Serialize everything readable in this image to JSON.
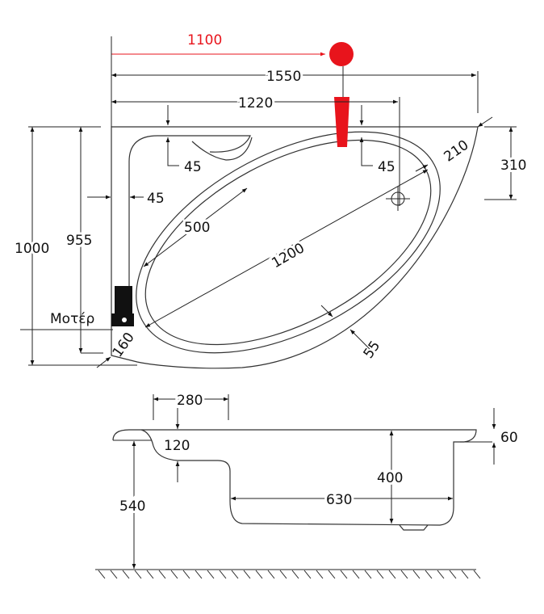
{
  "top_view": {
    "dims": {
      "tap_offset": "1100",
      "overall_length": "1550",
      "inner_length": "1220",
      "rim_top": "45",
      "rim_right": "45",
      "rim_left": "45",
      "corner_diag": "210",
      "right_height": "310",
      "overall_width": "1000",
      "inner_width": "955",
      "basin_width": "500",
      "basin_length": "1200",
      "front_rim": "55",
      "corner_bottom": "160"
    },
    "motor_label": "Μοτέρ"
  },
  "side_view": {
    "dims": {
      "seat_length": "280",
      "seat_depth": "120",
      "rim_height": "60",
      "depth": "400",
      "floor_length": "630",
      "height_from_floor": "540"
    }
  },
  "colors": {
    "accent_red": "#e8141c",
    "line": "#222222"
  }
}
